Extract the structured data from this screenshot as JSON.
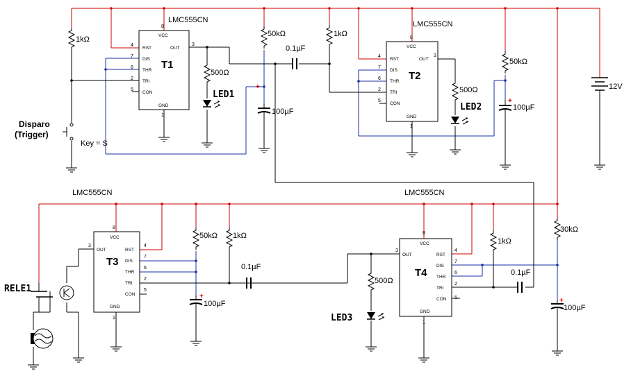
{
  "chips": {
    "t1": {
      "part": "LMC555CN",
      "name": "T1"
    },
    "t2": {
      "part": "LMC555CN",
      "name": "T2"
    },
    "t3": {
      "part": "LMC555CN",
      "name": "T3"
    },
    "t4": {
      "part": "LMC555CN",
      "name": "T4"
    }
  },
  "pins": {
    "vcc": "VCC",
    "rst": "RST",
    "out": "OUT",
    "dis": "DIS",
    "thr": "THR",
    "tri": "TRI",
    "con": "CON",
    "gnd": "GND"
  },
  "pin_numbers": {
    "p1": "1",
    "p2": "2",
    "p3": "3",
    "p4": "4",
    "p5": "5",
    "p6": "6",
    "p7": "7",
    "p8": "8"
  },
  "values": {
    "r_1k": "1kΩ",
    "r_50k": "50kΩ",
    "r_500": "500Ω",
    "r_30k": "30kΩ",
    "c_100u": "100µF",
    "c_01u": "0.1µF",
    "supply": "12V"
  },
  "leds": {
    "led1": "LED1",
    "led2": "LED2",
    "led3": "LED3"
  },
  "relay": {
    "name": "RELE1"
  },
  "trigger": {
    "line1": "Disparo",
    "line2": "(Trigger)",
    "key": "Key = S"
  },
  "colors": {
    "supply_wire": "#cc0000",
    "signal_wire": "#1a2fa0",
    "ground_wire": "#000000"
  }
}
